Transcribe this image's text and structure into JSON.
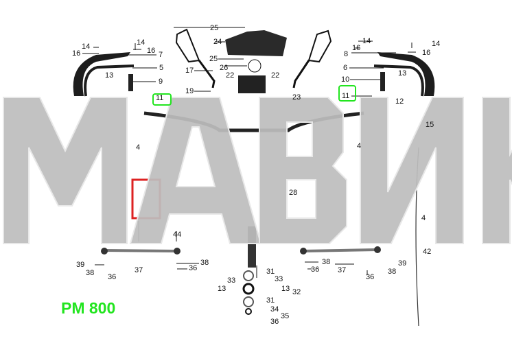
{
  "model": "PM 800",
  "watermark": [
    "М",
    "А",
    "В",
    "И",
    "К"
  ],
  "labels": [
    "14",
    "16",
    "14",
    "16",
    "7",
    "5",
    "13",
    "9",
    "11",
    "25",
    "24",
    "25",
    "26",
    "17",
    "19",
    "22",
    "22",
    "23",
    "14",
    "16",
    "8",
    "6",
    "10",
    "11",
    "13",
    "14",
    "16",
    "12",
    "15",
    "4",
    "4",
    "28",
    "4",
    "42",
    "44",
    "39",
    "38",
    "36",
    "37",
    "38",
    "36",
    "38",
    "36",
    "37",
    "39",
    "38",
    "36",
    "31",
    "33",
    "33",
    "13",
    "13",
    "32",
    "31",
    "34",
    "35",
    "36"
  ],
  "colors": {
    "highlight": "#22e51f",
    "watermark": "#bdbdbd"
  }
}
